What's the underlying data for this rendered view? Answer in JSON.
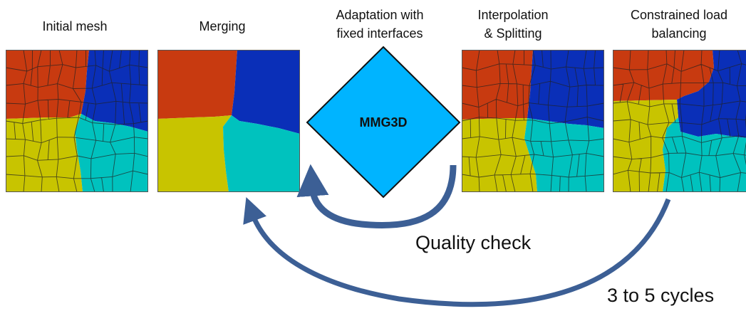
{
  "labels": {
    "initial": "Initial mesh",
    "merging": "Merging",
    "adaptation": "Adaptation with\nfixed interfaces",
    "interpolation": "Interpolation\n& Splitting",
    "constrained": "Constrained load\nbalancing"
  },
  "center_box": {
    "label": "MMG3D",
    "color": "#00b4ff"
  },
  "quality_check": "Quality check",
  "cycles": "3 to 5 cycles",
  "colors": {
    "red": "#c83a10",
    "blue": "#0a2fb8",
    "yellow": "#c8c400",
    "cyan": "#00c2be",
    "arrow": "#3c5f95"
  }
}
